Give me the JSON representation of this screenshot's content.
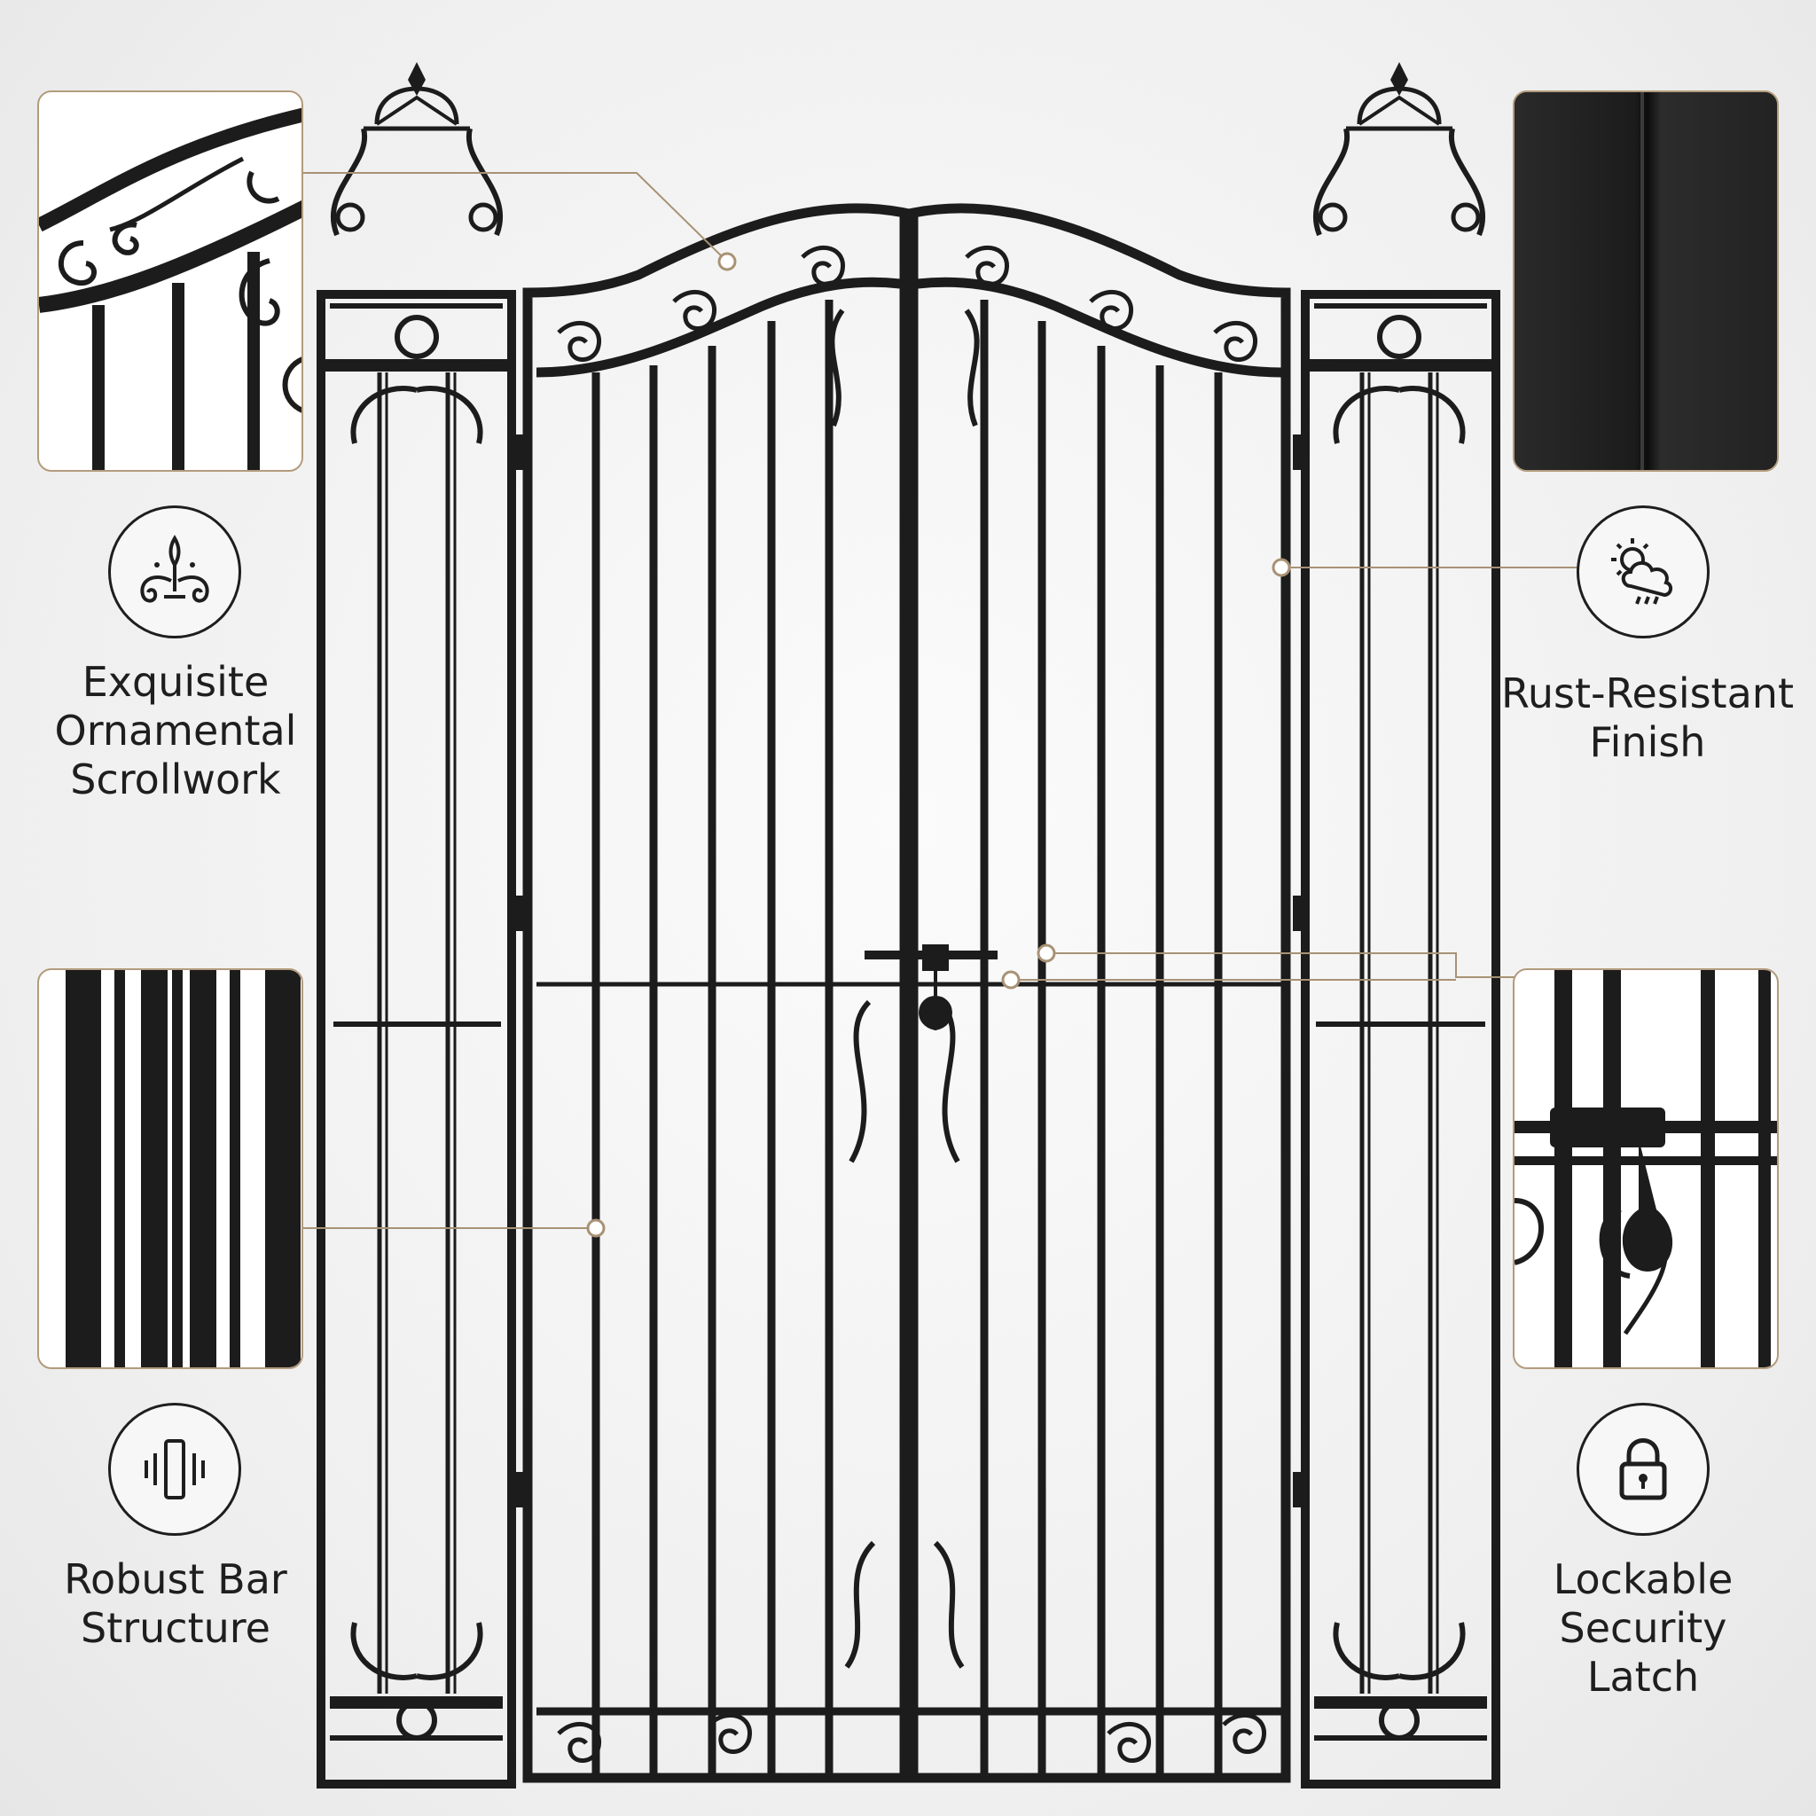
{
  "colors": {
    "metal": "#1c1c1c",
    "metal_highlight": "#4a4a4a",
    "callout_line": "#a89275",
    "inset_border": "#b39b7c",
    "background": "#f1f1f1"
  },
  "features": {
    "scrollwork": {
      "icon": "fleur-de-lis-icon",
      "lines": [
        "Exquisite",
        "Ornamental",
        "Scrollwork"
      ]
    },
    "rust": {
      "icon": "sun-cloud-rain-icon",
      "lines": [
        "Rust-Resistant",
        "Finish"
      ]
    },
    "bars": {
      "icon": "bar-structure-icon",
      "lines": [
        "Robust Bar",
        "Structure"
      ]
    },
    "latch": {
      "icon": "padlock-icon",
      "lines": [
        "Lockable",
        "Security",
        "Latch"
      ]
    }
  }
}
